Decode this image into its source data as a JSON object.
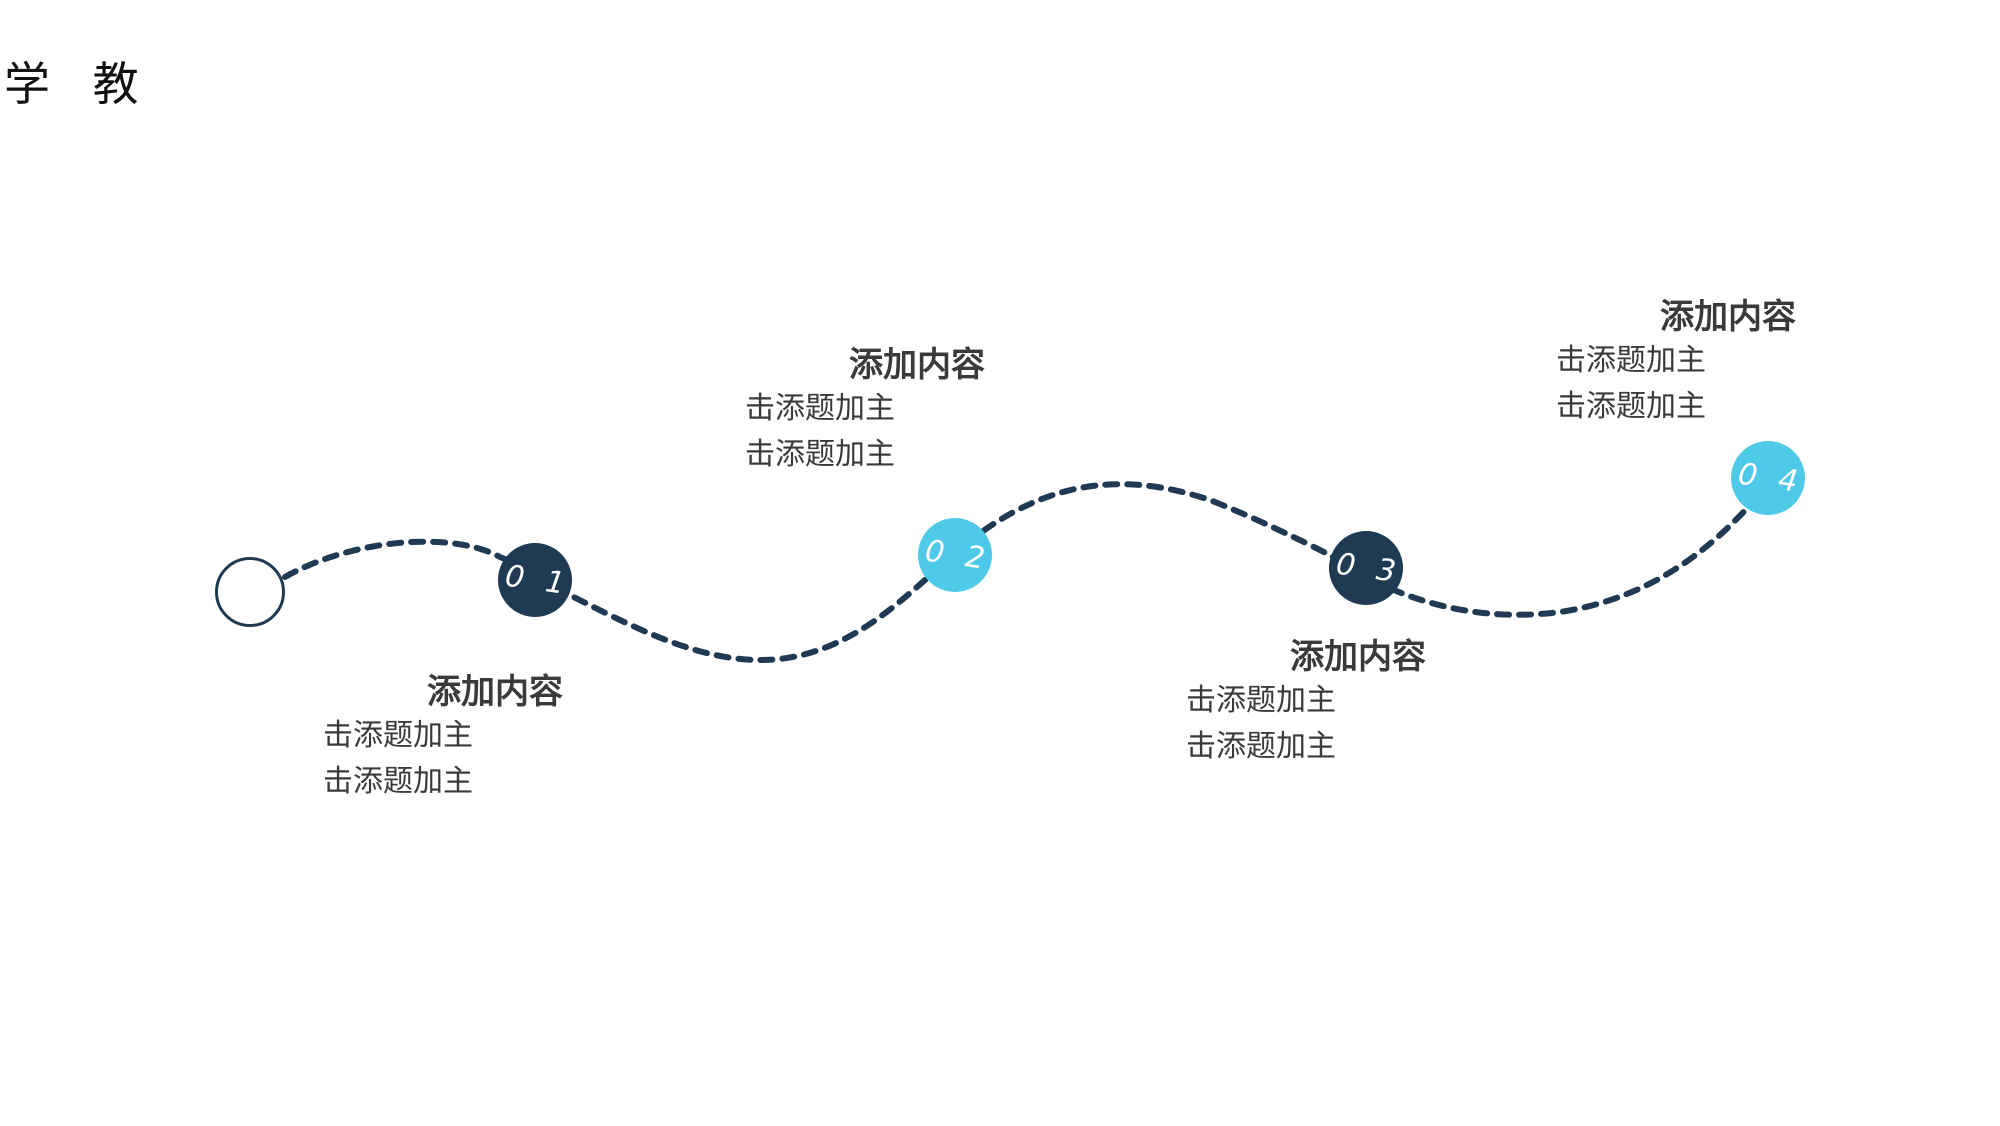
{
  "slide": {
    "title": "学 教"
  },
  "colors": {
    "dark": "#1f3a52",
    "light": "#4ec9e8",
    "text": "#3a3a3a"
  },
  "steps": [
    {
      "number": "0 1",
      "heading": "添加内容",
      "lines": [
        "击添题加主",
        "击添题加主"
      ]
    },
    {
      "number": "0 2",
      "heading": "添加内容",
      "lines": [
        "击添题加主",
        "击添题加主"
      ]
    },
    {
      "number": "0 3",
      "heading": "添加内容",
      "lines": [
        "击添题加主",
        "击添题加主"
      ]
    },
    {
      "number": "0 4",
      "heading": "添加内容",
      "lines": [
        "击添题加主",
        "击添题加主"
      ]
    }
  ]
}
